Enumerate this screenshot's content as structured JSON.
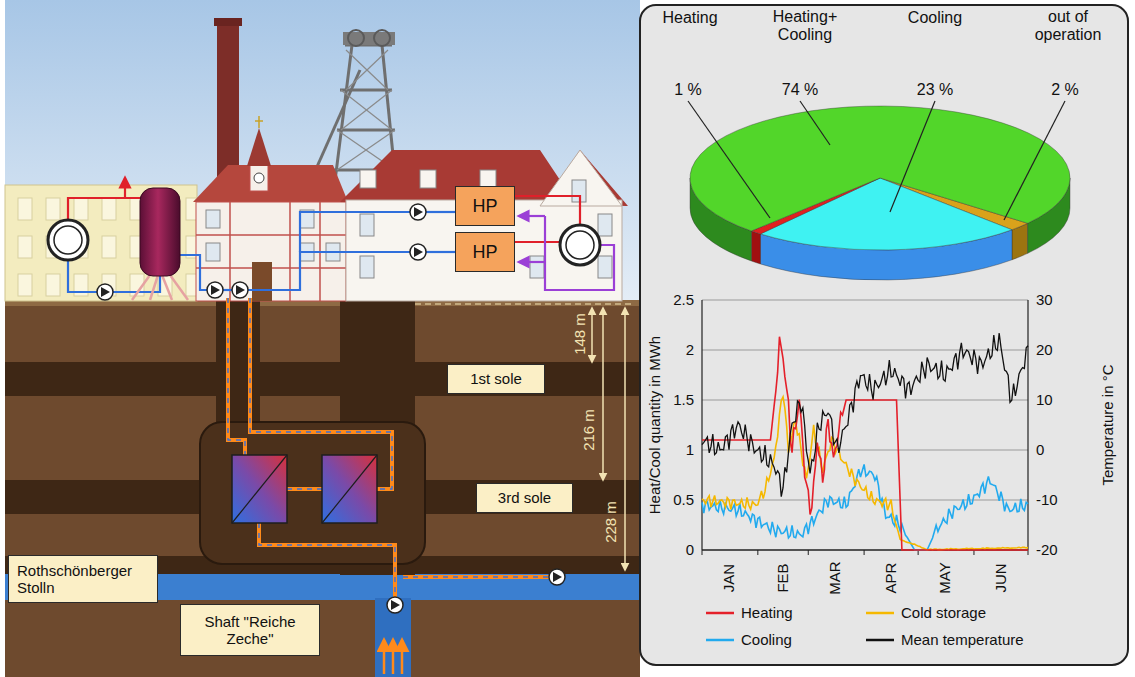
{
  "diagram": {
    "nodes": [
      {
        "text": [
          "HP"
        ]
      },
      {
        "text": [
          "HP"
        ]
      },
      {
        "text": [
          "1st sole"
        ]
      },
      {
        "text": [
          "3rd sole"
        ]
      },
      {
        "text": [
          "Rothschönberger Stolln"
        ]
      },
      {
        "text": [
          "Shaft \"Reiche Zeche\""
        ]
      }
    ],
    "labels": [
      "148 m",
      "216 m",
      "228 m",
      "Heating",
      "Heating+ Cooling",
      "Cooling",
      "out of operation",
      "1 %",
      "74 %",
      "23 %",
      "2 %",
      "0",
      "0.5",
      "1",
      "1.5",
      "2",
      "2.5",
      "Heat/Cool quantity in MWh",
      "-20",
      "-10",
      "0",
      "10",
      "20",
      "30",
      "Temperature in °C",
      "JAN",
      "FEB",
      "MAR",
      "APR",
      "MAY",
      "JUN"
    ],
    "legend": [
      {
        "text": "Heating"
      },
      {
        "text": "Cold storage"
      },
      {
        "text": "Cooling"
      },
      {
        "text": "Mean temperature"
      }
    ]
  }
}
